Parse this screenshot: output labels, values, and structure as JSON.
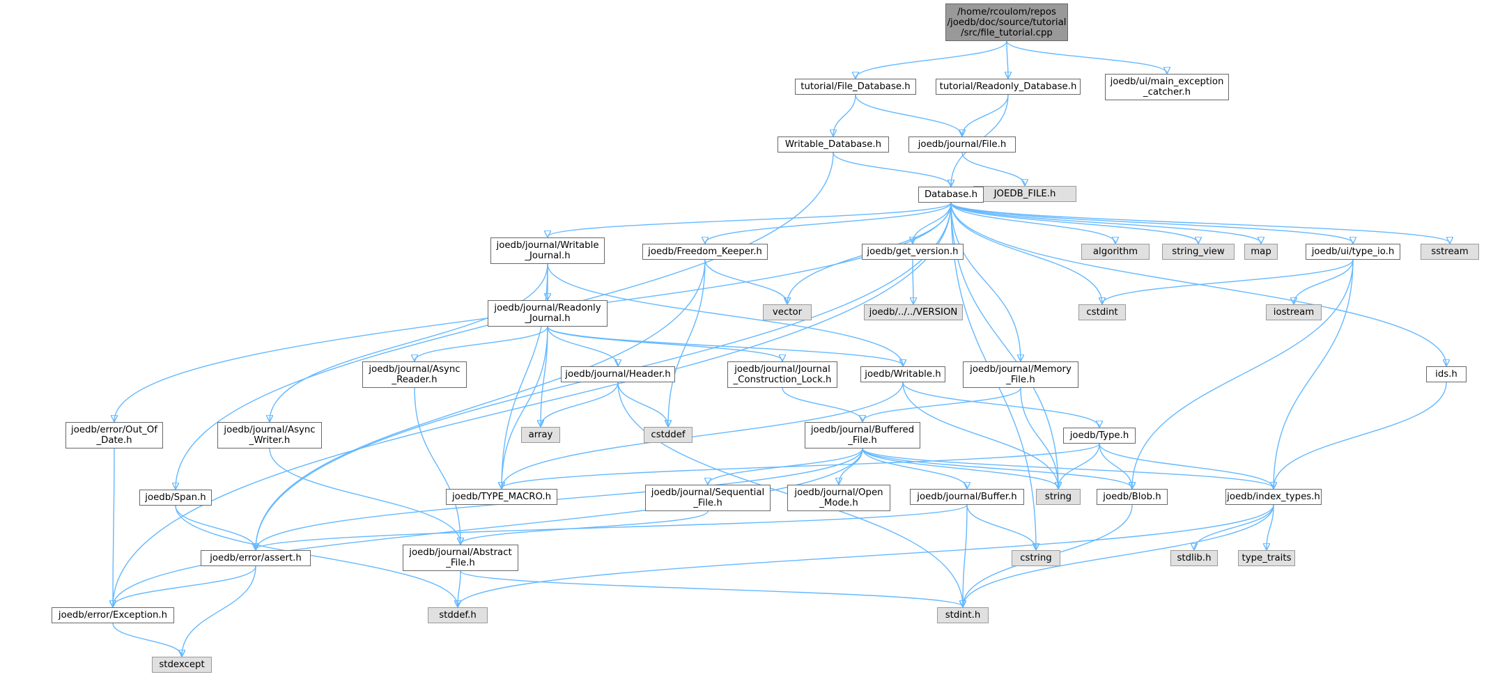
{
  "graph": {
    "colors": {
      "edge": "#63b8ff",
      "node_border": "#666666",
      "system_fill": "#e0e0e0",
      "root_fill": "#999999"
    },
    "nodes": [
      {
        "id": "file_tutorial",
        "label": "/home/rcoulom/repos\n/joedb/doc/source/tutorial\n/src/file_tutorial.cpp",
        "kind": "root"
      },
      {
        "id": "tut_file_db",
        "label": "tutorial/File_Database.h",
        "kind": "local"
      },
      {
        "id": "tut_readonly_db",
        "label": "tutorial/Readonly_Database.h",
        "kind": "local"
      },
      {
        "id": "main_exc",
        "label": "joedb/ui/main_exception\n_catcher.h",
        "kind": "local"
      },
      {
        "id": "writable_db",
        "label": "Writable_Database.h",
        "kind": "local"
      },
      {
        "id": "journal_file",
        "label": "joedb/journal/File.h",
        "kind": "local"
      },
      {
        "id": "joedb_file_h",
        "label": "JOEDB_FILE.h",
        "kind": "system"
      },
      {
        "id": "database",
        "label": "Database.h",
        "kind": "local"
      },
      {
        "id": "writable_journal",
        "label": "joedb/journal/Writable\n_Journal.h",
        "kind": "local"
      },
      {
        "id": "freedom_keeper",
        "label": "joedb/Freedom_Keeper.h",
        "kind": "local"
      },
      {
        "id": "get_version",
        "label": "joedb/get_version.h",
        "kind": "local"
      },
      {
        "id": "algorithm",
        "label": "algorithm",
        "kind": "system"
      },
      {
        "id": "string_view",
        "label": "string_view",
        "kind": "system"
      },
      {
        "id": "map",
        "label": "map",
        "kind": "system"
      },
      {
        "id": "type_io",
        "label": "joedb/ui/type_io.h",
        "kind": "local"
      },
      {
        "id": "sstream",
        "label": "sstream",
        "kind": "system"
      },
      {
        "id": "vector",
        "label": "vector",
        "kind": "system"
      },
      {
        "id": "version",
        "label": "joedb/../../VERSION",
        "kind": "system"
      },
      {
        "id": "cstdint",
        "label": "cstdint",
        "kind": "system"
      },
      {
        "id": "iostream",
        "label": "iostream",
        "kind": "system"
      },
      {
        "id": "readonly_journal",
        "label": "joedb/journal/Readonly\n_Journal.h",
        "kind": "local"
      },
      {
        "id": "async_reader",
        "label": "joedb/journal/Async\n_Reader.h",
        "kind": "local"
      },
      {
        "id": "header",
        "label": "joedb/journal/Header.h",
        "kind": "local"
      },
      {
        "id": "journal_construction_lock",
        "label": "joedb/journal/Journal\n_Construction_Lock.h",
        "kind": "local"
      },
      {
        "id": "writable",
        "label": "joedb/Writable.h",
        "kind": "local"
      },
      {
        "id": "memory_file",
        "label": "joedb/journal/Memory\n_File.h",
        "kind": "local"
      },
      {
        "id": "ids",
        "label": "ids.h",
        "kind": "local"
      },
      {
        "id": "out_of_date",
        "label": "joedb/error/Out_Of\n_Date.h",
        "kind": "local"
      },
      {
        "id": "async_writer",
        "label": "joedb/journal/Async\n_Writer.h",
        "kind": "local"
      },
      {
        "id": "array",
        "label": "array",
        "kind": "system"
      },
      {
        "id": "cstddef",
        "label": "cstddef",
        "kind": "system"
      },
      {
        "id": "buffered_file",
        "label": "joedb/journal/Buffered\n_File.h",
        "kind": "local"
      },
      {
        "id": "type_h",
        "label": "joedb/Type.h",
        "kind": "local"
      },
      {
        "id": "span",
        "label": "joedb/Span.h",
        "kind": "local"
      },
      {
        "id": "type_macro",
        "label": "joedb/TYPE_MACRO.h",
        "kind": "local"
      },
      {
        "id": "sequential_file",
        "label": "joedb/journal/Sequential\n_File.h",
        "kind": "local"
      },
      {
        "id": "open_mode",
        "label": "joedb/journal/Open\n_Mode.h",
        "kind": "local"
      },
      {
        "id": "buffer",
        "label": "joedb/journal/Buffer.h",
        "kind": "local"
      },
      {
        "id": "string",
        "label": "string",
        "kind": "system"
      },
      {
        "id": "blob",
        "label": "joedb/Blob.h",
        "kind": "local"
      },
      {
        "id": "index_types",
        "label": "joedb/index_types.h",
        "kind": "local"
      },
      {
        "id": "assert",
        "label": "joedb/error/assert.h",
        "kind": "local"
      },
      {
        "id": "abstract_file",
        "label": "joedb/journal/Abstract\n_File.h",
        "kind": "local"
      },
      {
        "id": "cstring",
        "label": "cstring",
        "kind": "system"
      },
      {
        "id": "stdlib",
        "label": "stdlib.h",
        "kind": "system"
      },
      {
        "id": "type_traits",
        "label": "type_traits",
        "kind": "system"
      },
      {
        "id": "exception",
        "label": "joedb/error/Exception.h",
        "kind": "local"
      },
      {
        "id": "stddef",
        "label": "stddef.h",
        "kind": "system"
      },
      {
        "id": "stdint",
        "label": "stdint.h",
        "kind": "system"
      },
      {
        "id": "stdexcept",
        "label": "stdexcept",
        "kind": "system"
      }
    ],
    "edges": [
      [
        "file_tutorial",
        "tut_file_db"
      ],
      [
        "file_tutorial",
        "tut_readonly_db"
      ],
      [
        "file_tutorial",
        "main_exc"
      ],
      [
        "tut_file_db",
        "writable_db"
      ],
      [
        "tut_file_db",
        "journal_file"
      ],
      [
        "tut_readonly_db",
        "journal_file"
      ],
      [
        "tut_readonly_db",
        "database"
      ],
      [
        "writable_db",
        "database"
      ],
      [
        "writable_db",
        "span"
      ],
      [
        "journal_file",
        "joedb_file_h"
      ],
      [
        "database",
        "writable_journal"
      ],
      [
        "database",
        "freedom_keeper"
      ],
      [
        "database",
        "get_version"
      ],
      [
        "database",
        "algorithm"
      ],
      [
        "database",
        "string_view"
      ],
      [
        "database",
        "map"
      ],
      [
        "database",
        "type_io"
      ],
      [
        "database",
        "sstream"
      ],
      [
        "database",
        "vector"
      ],
      [
        "database",
        "cstdint"
      ],
      [
        "database",
        "memory_file"
      ],
      [
        "database",
        "ids"
      ],
      [
        "database",
        "string"
      ],
      [
        "database",
        "cstring"
      ],
      [
        "database",
        "out_of_date"
      ],
      [
        "database",
        "assert"
      ],
      [
        "database",
        "exception"
      ],
      [
        "writable_journal",
        "readonly_journal"
      ],
      [
        "writable_journal",
        "writable"
      ],
      [
        "writable_journal",
        "async_writer"
      ],
      [
        "writable_journal",
        "type_macro"
      ],
      [
        "freedom_keeper",
        "vector"
      ],
      [
        "freedom_keeper",
        "cstddef"
      ],
      [
        "freedom_keeper",
        "assert"
      ],
      [
        "get_version",
        "version"
      ],
      [
        "type_io",
        "cstdint"
      ],
      [
        "type_io",
        "iostream"
      ],
      [
        "type_io",
        "blob"
      ],
      [
        "type_io",
        "index_types"
      ],
      [
        "readonly_journal",
        "async_reader"
      ],
      [
        "readonly_journal",
        "header"
      ],
      [
        "readonly_journal",
        "journal_construction_lock"
      ],
      [
        "readonly_journal",
        "writable"
      ],
      [
        "readonly_journal",
        "array"
      ],
      [
        "readonly_journal",
        "type_macro"
      ],
      [
        "async_reader",
        "abstract_file"
      ],
      [
        "header",
        "array"
      ],
      [
        "header",
        "cstddef"
      ],
      [
        "header",
        "stdint"
      ],
      [
        "journal_construction_lock",
        "buffered_file"
      ],
      [
        "writable",
        "type_h"
      ],
      [
        "writable",
        "string"
      ],
      [
        "writable",
        "type_macro"
      ],
      [
        "memory_file",
        "buffered_file"
      ],
      [
        "memory_file",
        "string"
      ],
      [
        "ids",
        "index_types"
      ],
      [
        "out_of_date",
        "exception"
      ],
      [
        "async_writer",
        "abstract_file"
      ],
      [
        "buffered_file",
        "sequential_file"
      ],
      [
        "buffered_file",
        "open_mode"
      ],
      [
        "buffered_file",
        "buffer"
      ],
      [
        "buffered_file",
        "string"
      ],
      [
        "buffered_file",
        "blob"
      ],
      [
        "buffered_file",
        "index_types"
      ],
      [
        "buffered_file",
        "assert"
      ],
      [
        "buffered_file",
        "exception"
      ],
      [
        "type_h",
        "type_macro"
      ],
      [
        "type_h",
        "string"
      ],
      [
        "type_h",
        "blob"
      ],
      [
        "type_h",
        "index_types"
      ],
      [
        "span",
        "assert"
      ],
      [
        "span",
        "stddef"
      ],
      [
        "sequential_file",
        "abstract_file"
      ],
      [
        "buffer",
        "assert"
      ],
      [
        "buffer",
        "cstring"
      ],
      [
        "buffer",
        "stdint"
      ],
      [
        "blob",
        "stdint"
      ],
      [
        "index_types",
        "stdlib"
      ],
      [
        "index_types",
        "type_traits"
      ],
      [
        "index_types",
        "stddef"
      ],
      [
        "index_types",
        "stdint"
      ],
      [
        "assert",
        "exception"
      ],
      [
        "assert",
        "stdexcept"
      ],
      [
        "abstract_file",
        "stddef"
      ],
      [
        "abstract_file",
        "stdint"
      ],
      [
        "exception",
        "stdexcept"
      ]
    ]
  }
}
